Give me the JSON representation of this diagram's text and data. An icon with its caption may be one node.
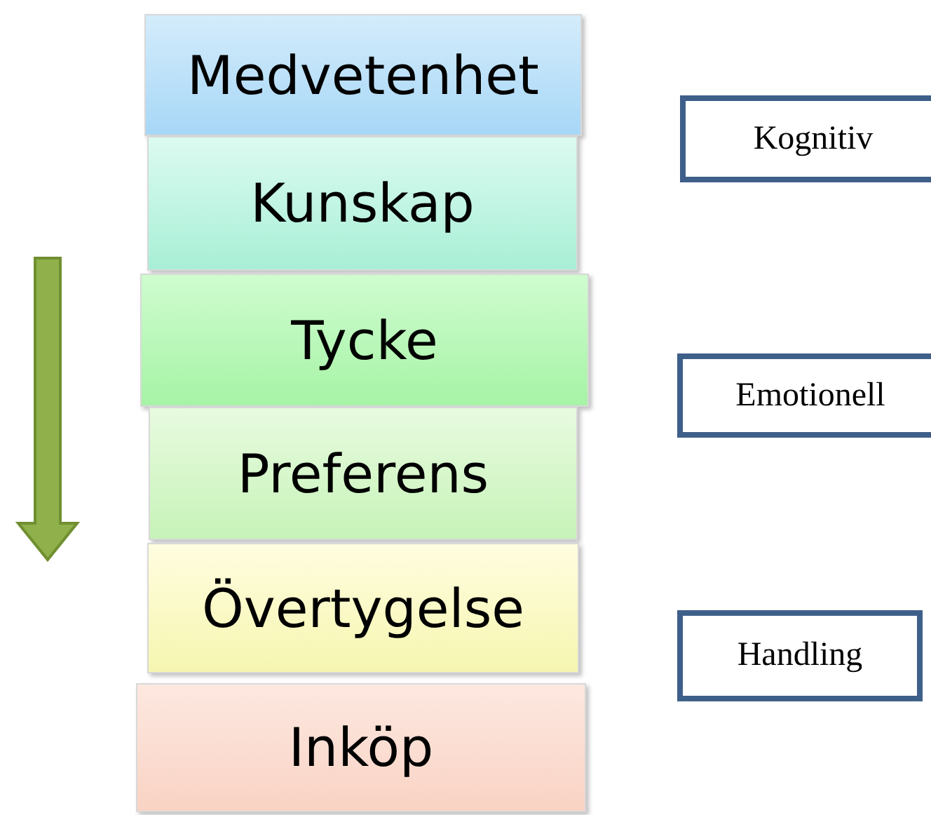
{
  "diagram": {
    "nodes": [
      {
        "text": [
          "Medvetenhet"
        ]
      },
      {
        "text": [
          "Kunskap"
        ]
      },
      {
        "text": [
          "Tycke"
        ]
      },
      {
        "text": [
          "Preferens"
        ]
      },
      {
        "text": [
          "Övertygelse"
        ]
      },
      {
        "text": [
          "Inköp"
        ]
      },
      {
        "text": [
          "Kognitiv"
        ]
      },
      {
        "text": [
          "Emotionell"
        ]
      },
      {
        "text": [
          "Handling"
        ]
      }
    ]
  }
}
